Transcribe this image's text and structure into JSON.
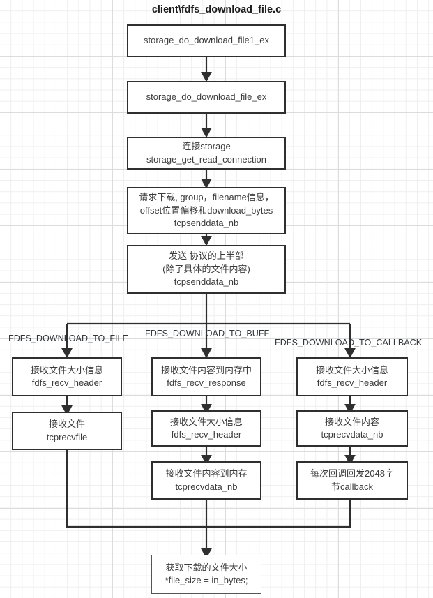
{
  "title": "client\\fdfs_download_file.c",
  "diagram": {
    "type": "flowchart",
    "background": "grid-paper",
    "node_border_color": "#2f2f2f",
    "text_color": "#3b3b3b",
    "nodes": [
      {
        "id": "n1",
        "text": "storage_do_download_file1_ex"
      },
      {
        "id": "n2",
        "text": "storage_do_download_file_ex"
      },
      {
        "id": "n3",
        "text": "连接storage\nstorage_get_read_connection"
      },
      {
        "id": "n4",
        "text": "请求下载, group，filename信息，\noffset位置偏移和download_bytes\ntcpsenddata_nb"
      },
      {
        "id": "n5",
        "text": "发送 协议的上半部\n(除了具体的文件内容)\ntcpsenddata_nb"
      },
      {
        "id": "l1",
        "text": "接收文件大小信息\nfdfs_recv_header"
      },
      {
        "id": "l2",
        "text": "接收文件\ntcprecvfile"
      },
      {
        "id": "m1",
        "text": "接收文件内容到内存中\nfdfs_recv_response"
      },
      {
        "id": "m2",
        "text": "接收文件大小信息\nfdfs_recv_header"
      },
      {
        "id": "m3",
        "text": "接收文件内容到内存\ntcprecvdata_nb"
      },
      {
        "id": "r1",
        "text": "接收文件大小信息\nfdfs_recv_header"
      },
      {
        "id": "r2",
        "text": "接收文件内容\ntcprecvdata_nb"
      },
      {
        "id": "r3",
        "text": "每次回调回发2048字\n节callback"
      },
      {
        "id": "end",
        "text": "获取下载的文件大小\n*file_size = in_bytes;"
      }
    ],
    "branch_labels": [
      {
        "id": "b1",
        "text": "FDFS_DOWNLOAD_TO_FILE"
      },
      {
        "id": "b2",
        "text": "FDFS_DOWNLOAD_TO_BUFF"
      },
      {
        "id": "b3",
        "text": "FDFS_DOWNLOAD_TO_CALLBACK"
      }
    ]
  }
}
